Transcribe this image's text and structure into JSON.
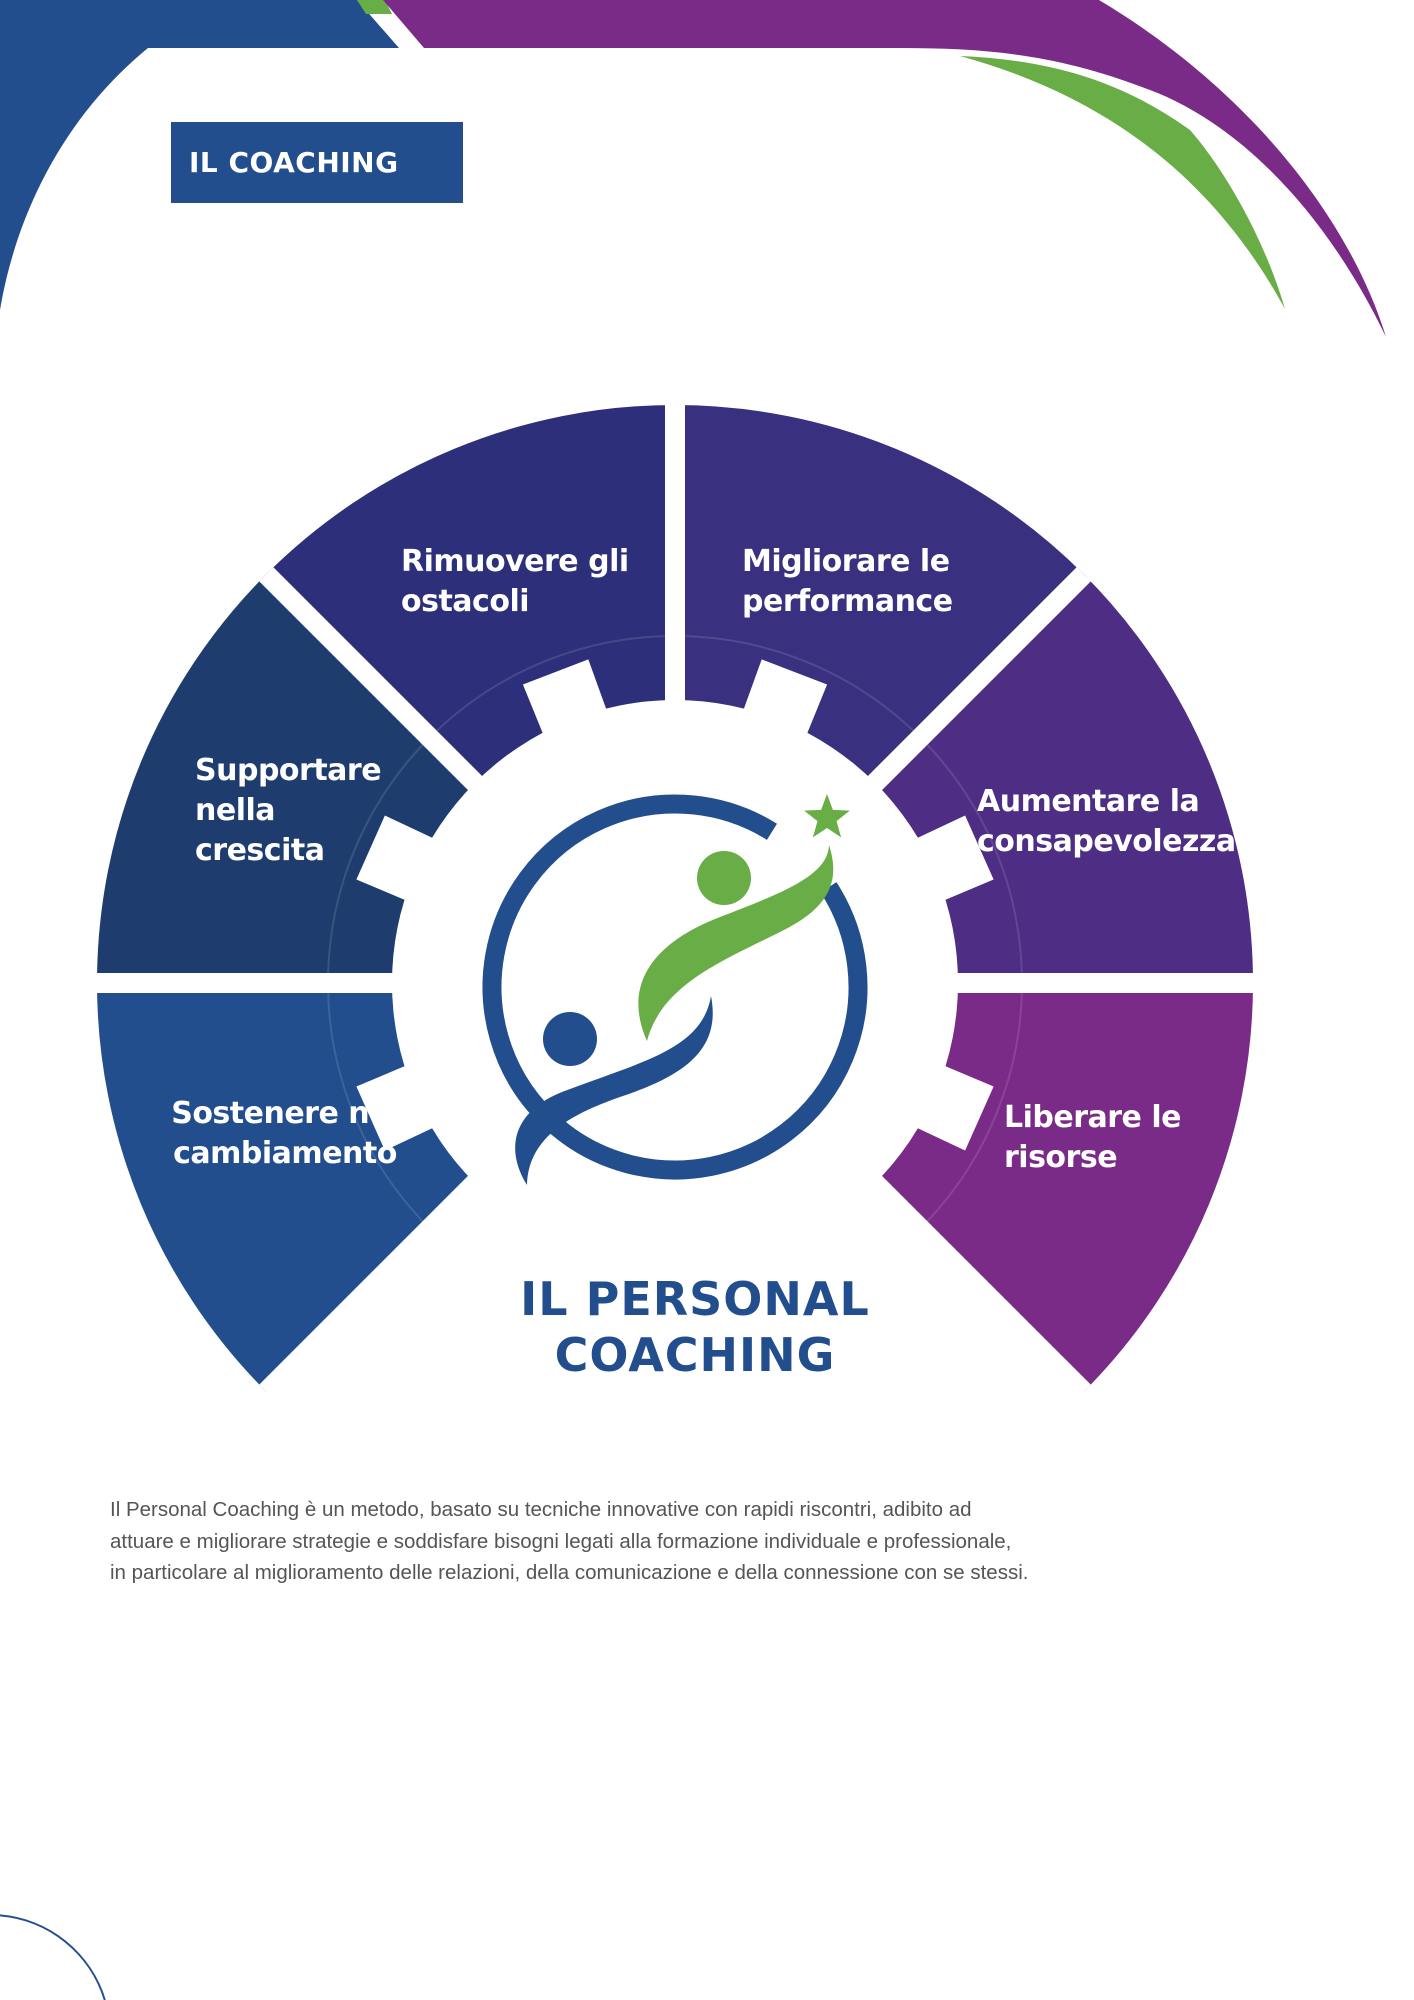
{
  "header": {
    "label": "IL COACHING"
  },
  "diagram": {
    "segments": [
      {
        "label_lines": [
          "Rimuovere gli",
          "ostacoli"
        ],
        "color": "#2e2f7a"
      },
      {
        "label_lines": [
          "Migliorare le",
          "performance"
        ],
        "color": "#3a3080"
      },
      {
        "label_lines": [
          "Supportare",
          "nella",
          "crescita"
        ],
        "color": "#1e3d6e"
      },
      {
        "label_lines": [
          "Aumentare la",
          "consapevolezza"
        ],
        "color": "#4e2d84"
      },
      {
        "label_lines": [
          "Sostenere nel",
          "cambiamento"
        ],
        "color": "#224e8e"
      },
      {
        "label_lines": [
          "Liberare le",
          "risorse"
        ],
        "color": "#7a2b87"
      }
    ],
    "title_lines": [
      "IL PERSONAL",
      "COACHING"
    ]
  },
  "description": "Il Personal Coaching è un metodo, basato su tecniche innovative con rapidi riscontri, adibito ad attuare e migliorare strategie e soddisfare bisogni legati alla formazione individuale e professionale, in particolare al miglioramento delle relazioni, della comunicazione e della connessione con se stessi.",
  "colors": {
    "blue": "#224e8e",
    "purple": "#7a2b87",
    "green": "#68ad45"
  }
}
